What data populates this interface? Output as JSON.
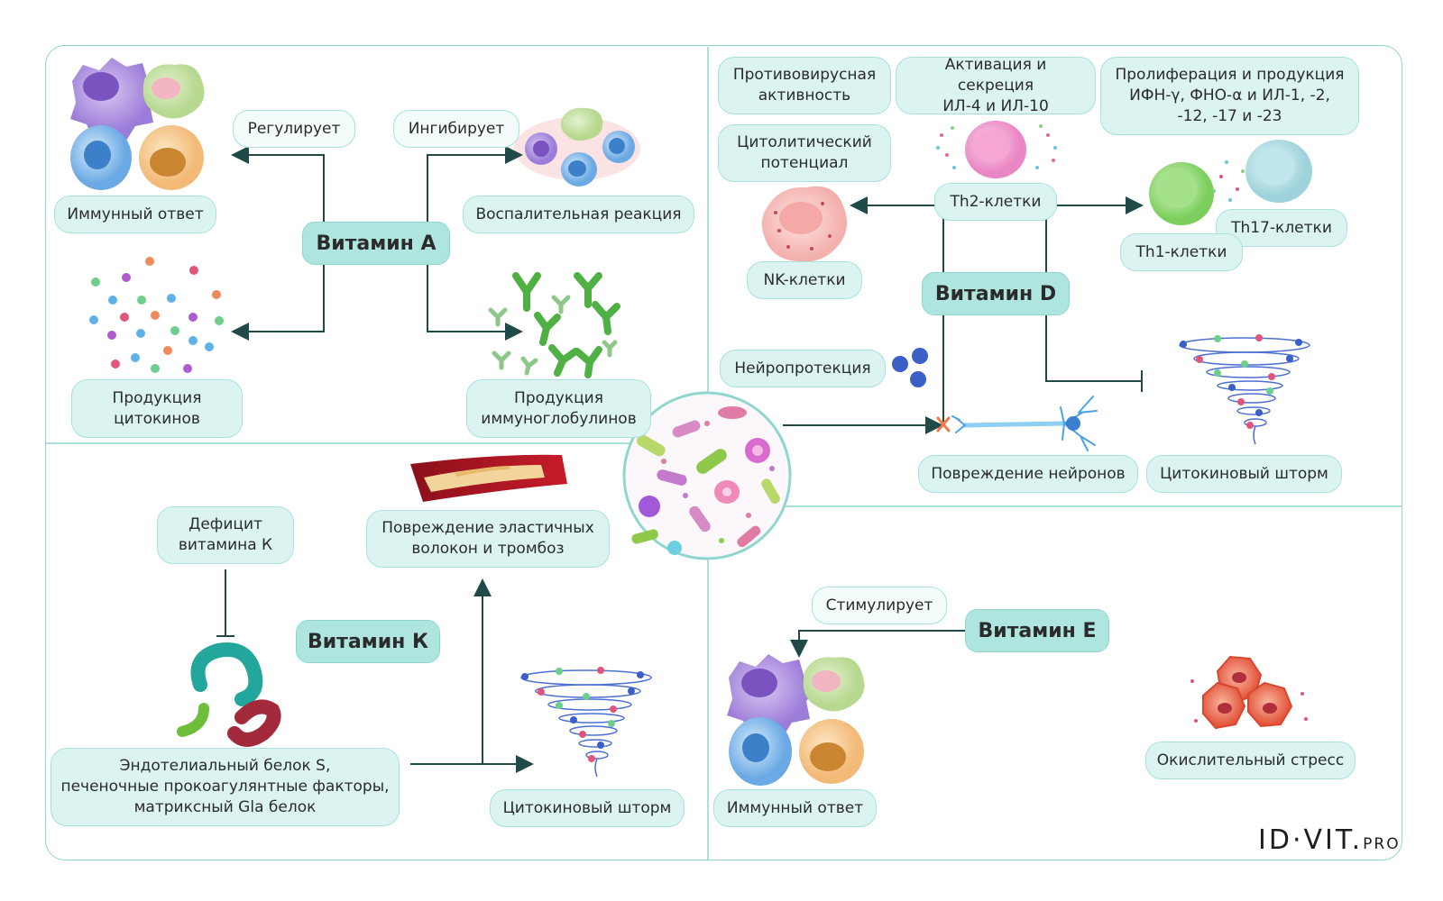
{
  "vitamin_a": {
    "title": "Витамин А",
    "regulates": "Регулирует",
    "inhibits": "Ингибирует",
    "immune_response": "Иммунный ответ",
    "inflammation": "Воспалительная реакция",
    "cytokine_production": "Продукция\nцитокинов",
    "ig_production": "Продукция\nиммуноглобулинов"
  },
  "vitamin_d": {
    "title": "Витамин D",
    "antiviral": "Противовирусная\nактивность",
    "il4_il10": "Активация и секреция\nИЛ-4 и ИЛ-10",
    "proliferation": "Пролиферация и продукция\nИФН-γ, ФНО-α и ИЛ-1, -2,\n-12, -17 и -23",
    "cytolytic": "Цитолитический\nпотенциал",
    "th2": "Th2-клетки",
    "th1": "Th1-клетки",
    "th17": "Th17-клетки",
    "nk": "NK-клетки",
    "neuroprotection": "Нейропротекция",
    "neuron_damage": "Повреждение нейронов",
    "cytokine_storm": "Цитокиновый шторм"
  },
  "vitamin_k": {
    "title": "Витамин К",
    "deficiency": "Дефицит\nвитамина К",
    "proteins": "Эндотелиальный белок S,\nпеченочные прокоагулянтные факторы,\nматриксный Gla белок",
    "elastic_damage": "Повреждение эластичных\nволокон и тромбоз",
    "cytokine_storm": "Цитокиновый шторм"
  },
  "vitamin_e": {
    "title": "Витамин Е",
    "stimulates": "Стимулирует",
    "immune_response": "Иммунный ответ",
    "oxidative_stress": "Окислительный стресс"
  },
  "logo": {
    "main": "ID·VIT.",
    "suffix": "PRO"
  },
  "colors": {
    "frame": "#8fd6cf",
    "pill_fill": "#dcf4f1",
    "vitamin_fill": "#aee6df",
    "arrow": "#1f4a47",
    "inhibit_mark": "#ee7b4b"
  }
}
